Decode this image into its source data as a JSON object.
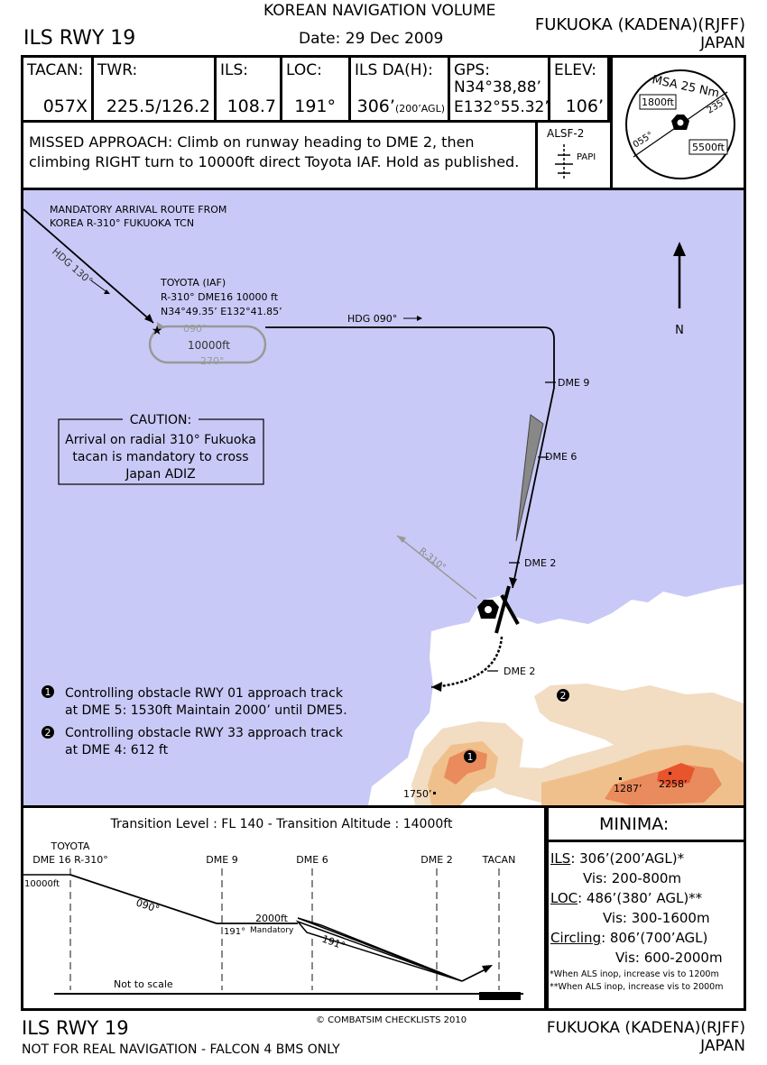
{
  "header": {
    "volume": "KOREAN NAVIGATION VOLUME",
    "procedure": "ILS RWY 19",
    "date": "Date: 29 Dec 2009",
    "airport": "FUKUOKA (KADENA)(RJFF)",
    "country": "JAPAN"
  },
  "info": {
    "tacan_label": "TACAN:",
    "tacan_value": "057X",
    "twr_label": "TWR:",
    "twr_value": "225.5/126.2",
    "ils_label": "ILS:",
    "ils_value": "108.7",
    "loc_label": "LOC:",
    "loc_value": "191°",
    "da_label": "ILS DA(H):",
    "da_value": "306’",
    "da_agl": "(200’AGL)",
    "gps_label": "GPS:",
    "gps_lat": "N34°38,88’",
    "gps_lon": "E132°55.32’",
    "elev_label": "ELEV:",
    "elev_value": "106’",
    "missed_line1": "MISSED APPROACH: Climb on runway heading to DME 2, then",
    "missed_line2": "climbing RIGHT turn to 10000ft direct Toyota IAF. Hold as published.",
    "alsf": "ALSF-2",
    "papi": "PAPI"
  },
  "msa": {
    "title": "MSA 25 Nm",
    "sector_n": "1800ft",
    "sector_s": "5500ft",
    "bearing_1": "235°",
    "bearing_2": "055°"
  },
  "plan": {
    "arrival_line1": "MANDATORY ARRIVAL ROUTE FROM",
    "arrival_line2": "KOREA R-310° FUKUOKA TCN",
    "hdg_130": "HDG 130°",
    "iaf_name": "TOYOTA (IAF)",
    "iaf_radial": "R-310° DME16 10000 ft",
    "iaf_coords": "N34°49.35’ E132°41.85’",
    "hold_out": "090°",
    "hold_alt": "10000ft",
    "hold_back": "270°",
    "hdg_090": "HDG 090°",
    "dme9": "DME 9",
    "dme6": "DME 6",
    "dme2_final": "DME 2",
    "dme2_missed": "DME 2",
    "r310": "R-310°",
    "north": "N",
    "caution_title": "CAUTION:",
    "caution_line1": "Arrival on radial 310° Fukuoka",
    "caution_line2": "tacan is mandatory to cross",
    "caution_line3": "Japan ADIZ",
    "note1_num": "1",
    "note1_line1": "Controlling obstacle RWY 01 approach track",
    "note1_line2": "at DME 5: 1530ft Maintain 2000’ until DME5.",
    "note2_num": "2",
    "note2_line1": "Controlling obstacle RWY 33 approach track",
    "note2_line2": "at DME 4: 612 ft",
    "obs_1": "1750’",
    "obs_2": "1287’",
    "obs_3": "2258’",
    "terrain_1": "1",
    "terrain_2": "2"
  },
  "profile": {
    "transition": "Transition Level : FL 140   -   Transition Altitude : 14000ft",
    "toyota_l1": "TOYOTA",
    "toyota_l2": "DME 16 R-310°",
    "alt_10000": "10000ft",
    "dme9": "DME 9",
    "dme6": "DME 6",
    "dme2": "DME 2",
    "tacan": "TACAN",
    "crs_090": "090°",
    "crs_191a": "191°",
    "alt_2000": "2000ft",
    "mandatory": "Mandatory",
    "crs_191b": "191°",
    "not_to_scale": "Not to scale"
  },
  "minima": {
    "title": "MINIMA:",
    "ils_label": "ILS",
    "ils_value": ": 306’(200’AGL)*",
    "ils_vis": "Vis: 200-800m",
    "loc_label": "LOC",
    "loc_value": ": 486’(380’ AGL)**",
    "loc_vis": "Vis: 300-1600m",
    "circ_label": "Circling",
    "circ_value": ": 806’(700’AGL)",
    "circ_vis": "Vis: 600-2000m",
    "note1": "*When ALS inop, increase vis to 1200m",
    "note2": "**When ALS inop, increase vis to 2000m"
  },
  "footer": {
    "procedure": "ILS RWY 19",
    "disclaimer": "NOT FOR REAL NAVIGATION - FALCON 4 BMS ONLY",
    "copyright": "© COMBATSIM CHECKLISTS 2010",
    "airport": "FUKUOKA (KADENA)(RJFF)",
    "country": "JAPAN"
  },
  "colors": {
    "water": "#c9c9f7",
    "terrain_light": "#f2dcc2",
    "terrain_mid": "#f0c08c",
    "terrain_dark": "#e98b5c",
    "terrain_peak": "#e8542b"
  }
}
